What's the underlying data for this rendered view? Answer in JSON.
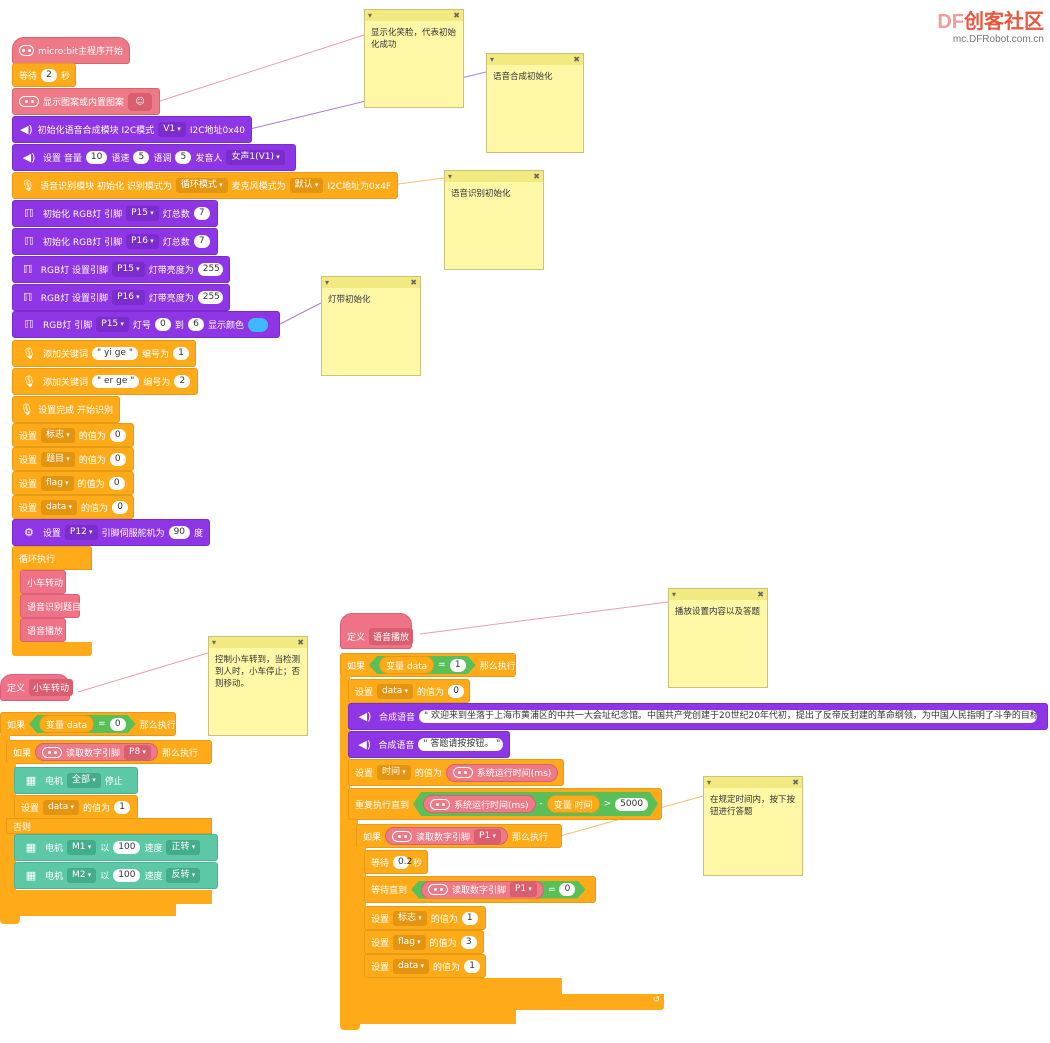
{
  "brand": {
    "logo_df": "DF",
    "logo_rest": "创客社区",
    "site": "mc.DFRobot.com.cn"
  },
  "main": {
    "hat": "micro:bit主程序开始",
    "wait": {
      "label": "等待",
      "value": "2",
      "unit": "秒"
    },
    "show_icon": "显示图案或内置图案",
    "tts_init": {
      "label": "初始化语音合成模块 I2C模式",
      "mode": "V1",
      "addr": "I2C地址0x40"
    },
    "tts_set": {
      "label": "设置 音量",
      "volume": "10",
      "speed_label": "语速",
      "speed": "5",
      "tone_label": "语调",
      "tone": "5",
      "speaker_label": "发音人",
      "speaker": "女声1(V1)"
    },
    "asr_init": {
      "label": "语音识别模块 初始化 识别模式为",
      "mode": "循环模式",
      "mic_label": "麦克风模式为",
      "mic": "默认",
      "addr": "I2C地址为0x4F"
    },
    "rgb_init_1": {
      "label": "初始化 RGB灯 引脚",
      "pin": "P15",
      "count_label": "灯总数",
      "count": "7"
    },
    "rgb_init_2": {
      "label": "初始化 RGB灯 引脚",
      "pin": "P16",
      "count_label": "灯总数",
      "count": "7"
    },
    "rgb_bright_1": {
      "label": "RGB灯 设置引脚",
      "pin": "P15",
      "b_label": "灯带亮度为",
      "value": "255"
    },
    "rgb_bright_2": {
      "label": "RGB灯 设置引脚",
      "pin": "P16",
      "b_label": "灯带亮度为",
      "value": "255"
    },
    "rgb_show": {
      "label": "RGB灯 引脚",
      "pin": "P15",
      "led_label": "灯号",
      "from": "0",
      "to_label": "到",
      "to": "6",
      "show_label": "显示颜色"
    },
    "kw1": {
      "label": "添加关键词",
      "word": "\" yi ge \"",
      "id_label": "编号为",
      "id": "1"
    },
    "kw2": {
      "label": "添加关键词",
      "word": "\" er ge \"",
      "id_label": "编号为",
      "id": "2"
    },
    "kw_done": "设置完成 开始识别",
    "set_vars": [
      {
        "set": "设置",
        "var": "标志",
        "of": "的值为",
        "value": "0"
      },
      {
        "set": "设置",
        "var": "题目",
        "of": "的值为",
        "value": "0"
      },
      {
        "set": "设置",
        "var": "flag",
        "of": "的值为",
        "value": "0"
      },
      {
        "set": "设置",
        "var": "data",
        "of": "的值为",
        "value": "0"
      }
    ],
    "servo": {
      "label": "设置",
      "pin": "P12",
      "mid": "引脚伺服舵机为",
      "value": "90",
      "unit": "度"
    },
    "loop": "循环执行",
    "loop_calls": [
      "小车转动",
      "语音识别题目",
      "语音播放"
    ]
  },
  "car": {
    "define": "定义",
    "name": "小车转动",
    "if1": {
      "kw": "如果",
      "var": "变量 data",
      "op": "=",
      "value": "0",
      "then": "那么执行"
    },
    "if2": {
      "kw": "如果",
      "read": "读取数字引脚",
      "pin": "P8",
      "then": "那么执行"
    },
    "motor_stop": {
      "label": "电机",
      "which": "全部",
      "act": "停止"
    },
    "set_data": {
      "set": "设置",
      "var": "data",
      "of": "的值为",
      "value": "1"
    },
    "else": "否则",
    "motor1": {
      "label": "电机",
      "which": "M1",
      "with": "以",
      "speed": "100",
      "speed_label": "速度",
      "dir": "正转"
    },
    "motor2": {
      "label": "电机",
      "which": "M2",
      "with": "以",
      "speed": "100",
      "speed_label": "速度",
      "dir": "反转"
    }
  },
  "play": {
    "define": "定义",
    "name": "语音播放",
    "if1": {
      "kw": "如果",
      "var": "变量 data",
      "op": "=",
      "value": "1",
      "then": "那么执行"
    },
    "set_data": {
      "set": "设置",
      "var": "data",
      "of": "的值为",
      "value": "0"
    },
    "tts1": {
      "label": "合成语音",
      "text": "\" 欢迎来到坐落于上海市黄浦区的中共一大会址纪念馆。中国共产党创建于20世纪20年代初，提出了反帝反封建的革命纲领，为中国人民指明了斗争的目标。 \""
    },
    "tts2": {
      "label": "合成语音",
      "text": "\" 答题请按按钮。 \""
    },
    "set_time": {
      "set": "设置",
      "var": "时间",
      "of": "的值为",
      "rep": "系统运行时间(ms)"
    },
    "repeat": {
      "label": "重复执行直到",
      "rep": "系统运行时间(ms)",
      "minus": "-",
      "var": "变量 时间",
      "op": ">",
      "value": "5000"
    },
    "if2": {
      "kw": "如果",
      "read": "读取数字引脚",
      "pin": "P1",
      "then": "那么执行"
    },
    "wait": {
      "label": "等待",
      "value": "0.2",
      "unit": "秒"
    },
    "wait_until": {
      "label": "等待直到",
      "read": "读取数字引脚",
      "pin": "P1",
      "op": "=",
      "value": "0"
    },
    "sets": [
      {
        "set": "设置",
        "var": "标志",
        "of": "的值为",
        "value": "1"
      },
      {
        "set": "设置",
        "var": "flag",
        "of": "的值为",
        "value": "3"
      },
      {
        "set": "设置",
        "var": "data",
        "of": "的值为",
        "value": "1"
      }
    ]
  },
  "notes": [
    {
      "text": "显示化笑脸，代表初始化成功"
    },
    {
      "text": "语音合成初始化"
    },
    {
      "text": "语音识别初始化"
    },
    {
      "text": "灯带初始化"
    },
    {
      "text": "控制小车转到，当检测到人时，小车停止；否则移动。"
    },
    {
      "text": "播放设置内容以及答题"
    },
    {
      "text": "在规定时间内，按下按钮进行答题"
    }
  ],
  "colors": {
    "event": "#ee7a88",
    "control": "#ffab19",
    "extension": "#8e35e6",
    "motor": "#5cc8a6",
    "note": "#fdf7a6",
    "rgb_swatch": "#3fb8ff"
  }
}
